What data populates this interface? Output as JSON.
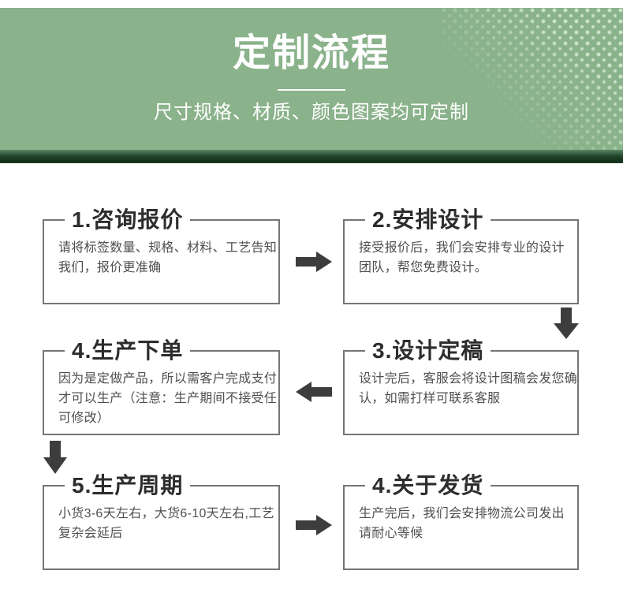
{
  "banner": {
    "title": "定制流程",
    "subtitle": "尺寸规格、材质、颜色图案均可定制"
  },
  "flow": {
    "steps": [
      {
        "title": "1.咨询报价",
        "text": "请将标签数量、规格、材料、工艺告知\n我们，报价更准确"
      },
      {
        "title": "2.安排设计",
        "text": "接受报价后，我们会安排专业的设计\n团队，帮您免费设计。"
      },
      {
        "title": "3.设计定稿",
        "text": "设计完后，客服会将设计图稿会发您确\n认，如需打样可联系客服"
      },
      {
        "title": "4.生产下单",
        "text": "因为是定做产品，所以需客户完成支付\n才可以生产（注意：生产期间不接受任\n可修改）"
      },
      {
        "title": "5.生产周期",
        "text": "小货3-6天左右，大货6-10天左右,工艺\n复杂会延后"
      },
      {
        "title": "4.关于发货",
        "text": "生产完后，我们会安排物流公司发出\n请耐心等候"
      }
    ]
  },
  "theme": {
    "banner_green": "#8ab28b",
    "dot_green": "#dcefd8",
    "banner_ink": "#ffffff",
    "strip_dark": "#1c3a25",
    "box_border": "#757575",
    "title_ink": "#2d2d2d",
    "body_ink": "#4f4f4f",
    "arrow_ink": "#3d3d3d"
  }
}
